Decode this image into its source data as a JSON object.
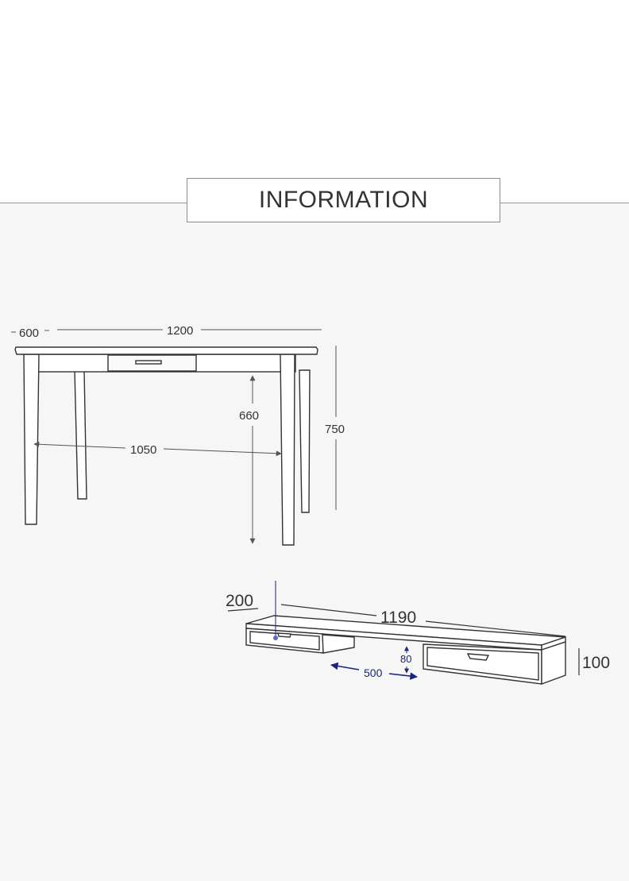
{
  "header": {
    "title": "INFORMATION"
  },
  "desk": {
    "depth": "600",
    "width": "1200",
    "height": "750",
    "clearance": "660",
    "leg_span": "1050"
  },
  "shelf": {
    "depth": "200",
    "width": "1190",
    "height": "100",
    "gap_height": "80",
    "gap_width": "500"
  },
  "colors": {
    "line": "#333333",
    "dimension": "#555555",
    "accent": "#1a237e"
  }
}
